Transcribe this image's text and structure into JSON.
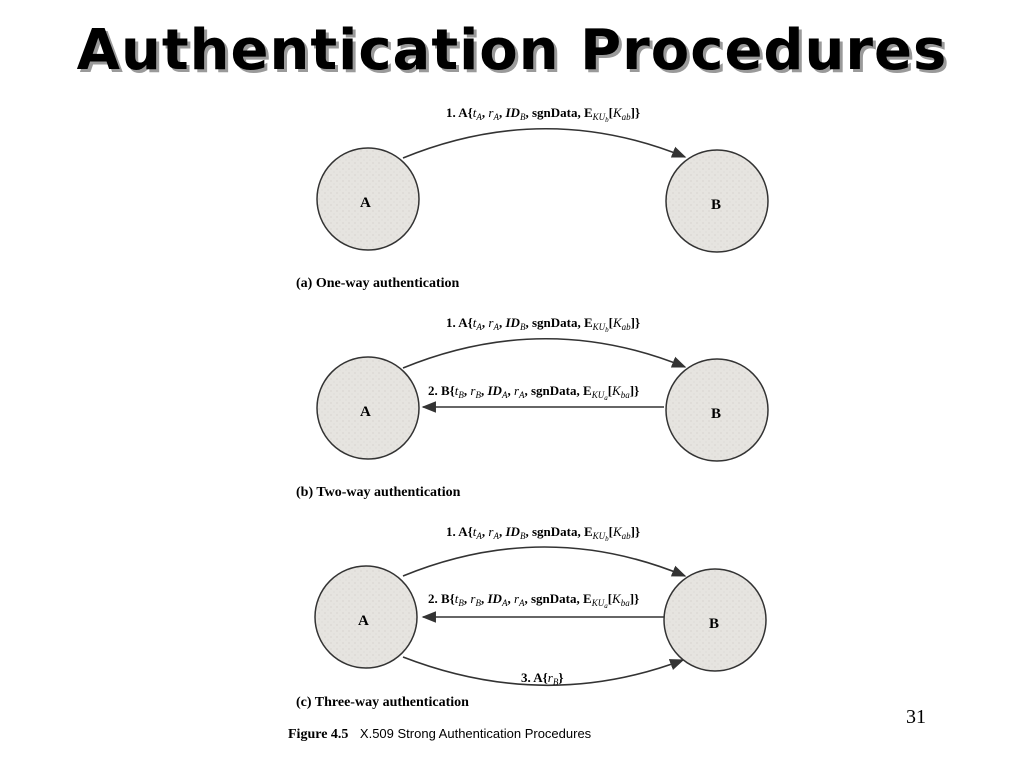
{
  "slide": {
    "title": "Authentication Procedures",
    "page_number": "31"
  },
  "entities": {
    "a": "A",
    "b": "B"
  },
  "diagram": {
    "one_way": {
      "caption": "(a) One-way authentication",
      "msg1": {
        "prefix": "1. A{",
        "t": "t",
        "t_sub": "A",
        "r": "r",
        "r_sub": "A",
        "id": "ID",
        "id_sub": "B",
        "sgn": "sgnData",
        "e": "E",
        "e_sub": "KU",
        "e_subsub": "b",
        "k": "K",
        "k_sub": "ab",
        "suffix": "}"
      }
    },
    "two_way": {
      "caption": "(b) Two-way authentication",
      "msg1": {
        "prefix": "1. A{",
        "t": "t",
        "t_sub": "A",
        "r": "r",
        "r_sub": "A",
        "id": "ID",
        "id_sub": "B",
        "sgn": "sgnData",
        "e": "E",
        "e_sub": "KU",
        "e_subsub": "b",
        "k": "K",
        "k_sub": "ab",
        "suffix": "}"
      },
      "msg2": {
        "prefix": "2. B{",
        "t": "t",
        "t_sub": "B",
        "r": "r",
        "r_sub": "B",
        "id": "ID",
        "id_sub": "A",
        "r2": "r",
        "r2_sub": "A",
        "sgn": "sgnData",
        "e": "E",
        "e_sub": "KU",
        "e_subsub": "a",
        "k": "K",
        "k_sub": "ba",
        "suffix": "}"
      }
    },
    "three_way": {
      "caption": "(c) Three-way authentication",
      "msg1": {
        "prefix": "1. A{",
        "t": "t",
        "t_sub": "A",
        "r": "r",
        "r_sub": "A",
        "id": "ID",
        "id_sub": "B",
        "sgn": "sgnData",
        "e": "E",
        "e_sub": "KU",
        "e_subsub": "b",
        "k": "K",
        "k_sub": "ab",
        "suffix": "}"
      },
      "msg2": {
        "prefix": "2. B{",
        "t": "t",
        "t_sub": "B",
        "r": "r",
        "r_sub": "B",
        "id": "ID",
        "id_sub": "A",
        "r2": "r",
        "r2_sub": "A",
        "sgn": "sgnData",
        "e": "E",
        "e_sub": "KU",
        "e_subsub": "a",
        "k": "K",
        "k_sub": "ba",
        "suffix": "}"
      },
      "msg3": {
        "prefix": "3. A{",
        "r": "r",
        "r_sub": "B",
        "suffix": "}"
      }
    },
    "figure": {
      "label": "Figure 4.5",
      "text": "X.509 Strong Authentication Procedures"
    }
  },
  "colors": {
    "node_fill": "#e6e4e0",
    "stroke": "#333333"
  }
}
